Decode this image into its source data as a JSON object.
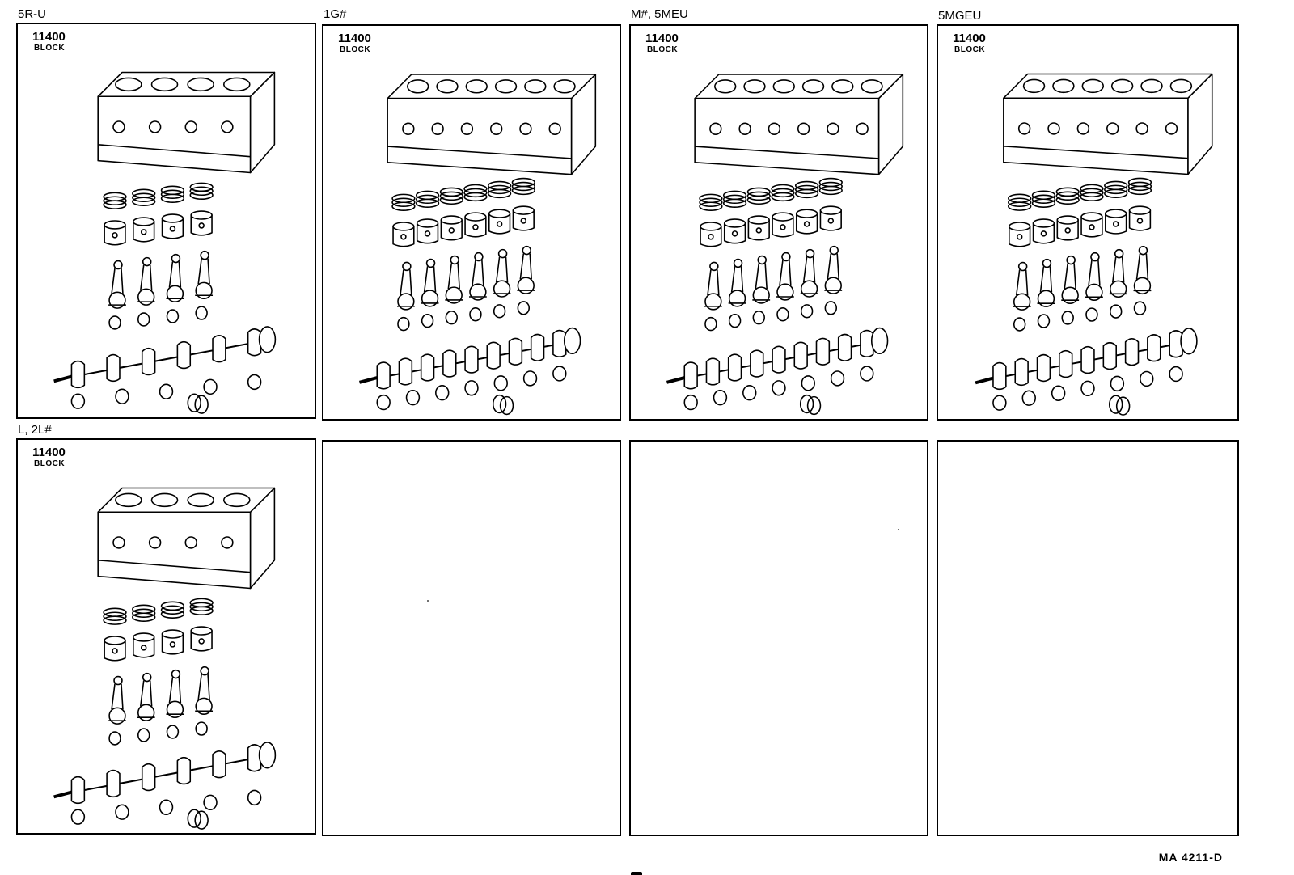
{
  "panels": [
    {
      "label": "5R-U",
      "part_number": "11400",
      "part_name": "BLOCK",
      "cylinders": 4
    },
    {
      "label": "1G#",
      "part_number": "11400",
      "part_name": "BLOCK",
      "cylinders": 6
    },
    {
      "label": "M#, 5MEU",
      "part_number": "11400",
      "part_name": "BLOCK",
      "cylinders": 6
    },
    {
      "label": "5MGEU",
      "part_number": "11400",
      "part_name": "BLOCK",
      "cylinders": 6
    },
    {
      "label": "L, 2L#",
      "part_number": "11400",
      "part_name": "BLOCK",
      "cylinders": 4
    },
    {
      "label": "",
      "part_number": "",
      "part_name": "",
      "cylinders": 0
    },
    {
      "label": "",
      "part_number": "",
      "part_name": "",
      "cylinders": 0
    },
    {
      "label": "",
      "part_number": "",
      "part_name": "",
      "cylinders": 0
    }
  ],
  "reference_code": "MA 4211-D",
  "line_color": "#000000",
  "background_color": "#ffffff"
}
